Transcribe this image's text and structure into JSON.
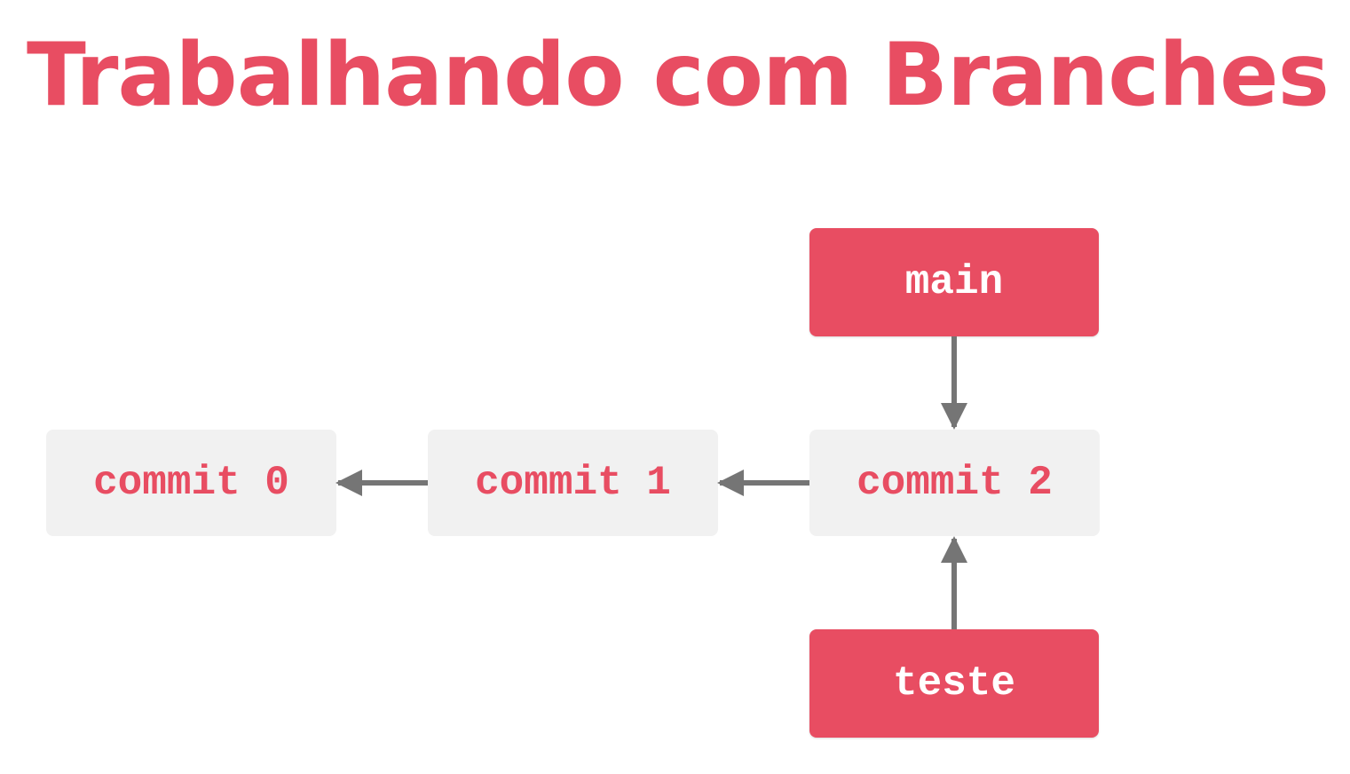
{
  "title": "Trabalhando com Branches",
  "colors": {
    "accent": "#e84d62",
    "commit_bg": "#f1f1f1",
    "arrow": "#757575",
    "branch_text": "#ffffff",
    "background": "#ffffff"
  },
  "commits": [
    {
      "id": "c0",
      "label": "commit 0"
    },
    {
      "id": "c1",
      "label": "commit 1"
    },
    {
      "id": "c2",
      "label": "commit 2"
    }
  ],
  "branches": [
    {
      "id": "main",
      "label": "main",
      "points_to": "c2"
    },
    {
      "id": "teste",
      "label": "teste",
      "points_to": "c2"
    }
  ],
  "edges": [
    {
      "from": "c1",
      "to": "c0"
    },
    {
      "from": "c2",
      "to": "c1"
    },
    {
      "from": "main",
      "to": "c2"
    },
    {
      "from": "teste",
      "to": "c2"
    }
  ]
}
